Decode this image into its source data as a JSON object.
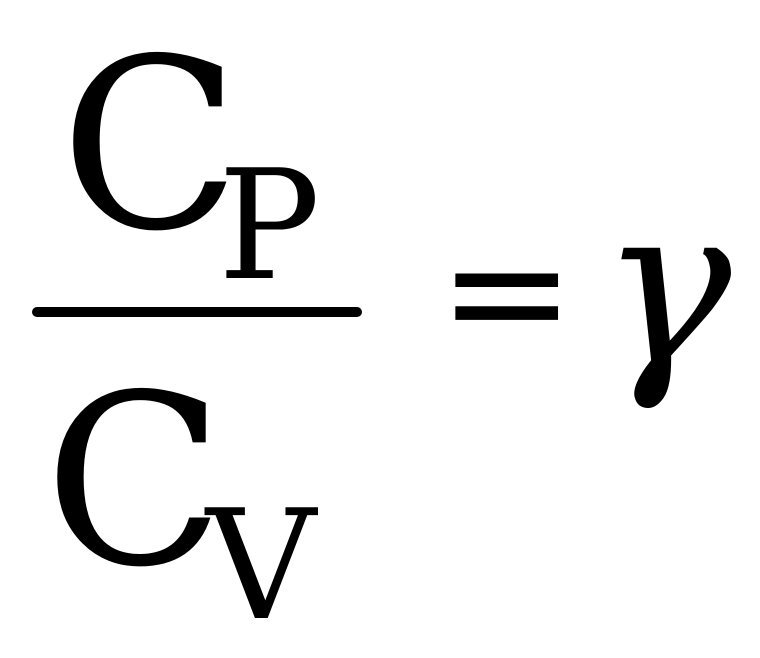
{
  "equation": {
    "numerator": {
      "symbol": "C",
      "subscript": "P"
    },
    "denominator": {
      "symbol": "C",
      "subscript": "V"
    },
    "operator": "=",
    "result": "γ"
  }
}
